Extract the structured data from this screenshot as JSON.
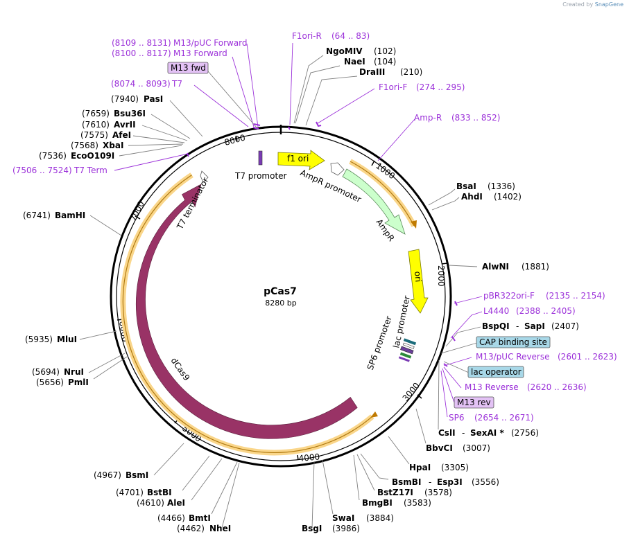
{
  "watermark": {
    "created_by": "Created by",
    "brand": "SnapGene"
  },
  "plasmid": {
    "name": "pCas7",
    "size_label": "8280 bp",
    "length": 8280
  },
  "ticks": [
    "1000",
    "2000",
    "3000",
    "4000",
    "5000",
    "6000",
    "7000",
    "8000"
  ],
  "enzymes": [
    {
      "name": "NgoMIV",
      "pos": "(102)"
    },
    {
      "name": "NaeI",
      "pos": "(104)"
    },
    {
      "name": "DraIII",
      "pos": "(210)"
    },
    {
      "name": "BsaI",
      "pos": "(1336)"
    },
    {
      "name": "AhdI",
      "pos": "(1402)"
    },
    {
      "name": "AlwNI",
      "pos": "(1881)"
    },
    {
      "name": "BspQI",
      "sep": "-",
      "name2": "SapI",
      "pos": "(2407)"
    },
    {
      "name": "CslI",
      "sep": "-",
      "name2": "SexAI *",
      "pos": "(2756)"
    },
    {
      "name": "BbvCI",
      "pos": "(3007)"
    },
    {
      "name": "HpaI",
      "pos": "(3305)"
    },
    {
      "name": "BsmBI",
      "sep": "-",
      "name2": "Esp3I",
      "pos": "(3556)"
    },
    {
      "name": "BstZ17I",
      "pos": "(3578)"
    },
    {
      "name": "BmgBI",
      "pos": "(3583)"
    },
    {
      "name": "SwaI",
      "pos": "(3884)"
    },
    {
      "name": "BsgI",
      "pos": "(3986)"
    },
    {
      "name": "NheI",
      "pos": "(4462)"
    },
    {
      "name": "BmtI",
      "pos": "(4466)"
    },
    {
      "name": "AleI",
      "pos": "(4610)"
    },
    {
      "name": "BstBI",
      "pos": "(4701)"
    },
    {
      "name": "BsmI",
      "pos": "(4967)"
    },
    {
      "name": "PmlI",
      "pos": "(5656)"
    },
    {
      "name": "NruI",
      "pos": "(5694)"
    },
    {
      "name": "MluI",
      "pos": "(5935)"
    },
    {
      "name": "BamHI",
      "pos": "(6741)"
    },
    {
      "name": "EcoO109I",
      "pos": "(7536)"
    },
    {
      "name": "XbaI",
      "pos": "(7568)"
    },
    {
      "name": "AfeI",
      "pos": "(7575)"
    },
    {
      "name": "AvrII",
      "pos": "(7610)"
    },
    {
      "name": "Bsu36I",
      "pos": "(7659)"
    },
    {
      "name": "PasI",
      "pos": "(7940)"
    }
  ],
  "primers": [
    {
      "name": "F1ori-R",
      "range": "(64 .. 83)"
    },
    {
      "name": "F1ori-F",
      "range": "(274 .. 295)"
    },
    {
      "name": "Amp-R",
      "range": "(833 .. 852)"
    },
    {
      "name": "pBR322ori-F",
      "range": "(2135 .. 2154)"
    },
    {
      "name": "L4440",
      "range": "(2388 .. 2405)"
    },
    {
      "name": "M13/pUC Reverse",
      "range": "(2601 .. 2623)"
    },
    {
      "name": "M13 Reverse",
      "range": "(2620 .. 2636)"
    },
    {
      "name": "SP6",
      "range": "(2654 .. 2671)"
    },
    {
      "name": "T7 Term",
      "range": "(7506 .. 7524)"
    },
    {
      "name": "T7",
      "range": "(8074 .. 8093)"
    },
    {
      "name": "M13 Forward",
      "range": "(8100 .. 8117)"
    },
    {
      "name": "M13/pUC Forward",
      "range": "(8109 .. 8131)"
    }
  ],
  "boxed_labels": {
    "m13_fwd": "M13 fwd",
    "cap_binding_site": "CAP binding site",
    "lac_operator": "lac operator",
    "m13_rev": "M13 rev"
  },
  "features": {
    "f1_ori": "f1 ori",
    "ampr_promoter": "AmpR promoter",
    "ampr": "AmpR",
    "ori": "ori",
    "lac_promoter": "lac promoter",
    "sp6_promoter": "SP6 promoter",
    "dcas9": "dCas9",
    "t7_terminator": "T7 terminator",
    "t7_promoter": "T7 promoter"
  },
  "colors": {
    "primer": "#9b30d9",
    "f1_ori": "#ffff00",
    "ampr": "#ccffcc",
    "ori": "#ffff00",
    "dcas9": "#993366",
    "orf_halo": "#fad68a",
    "cap_box": "#a8d8e8",
    "m13_box": "#e3c2f5"
  }
}
